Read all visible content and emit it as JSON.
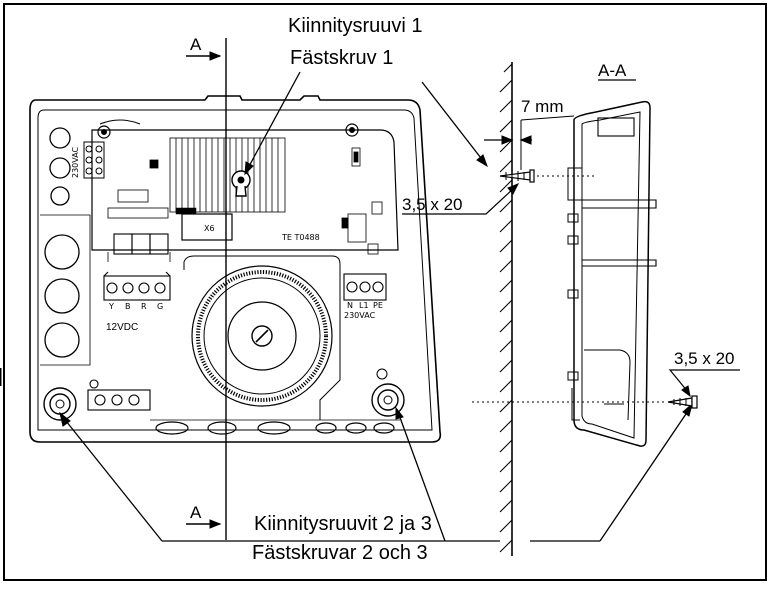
{
  "labels": {
    "screw1_fi": "Kiinnitysruuvi 1",
    "screw1_sv": "Fästskruv 1",
    "screws23_fi": "Kiinnitysruuvit 2 ja 3",
    "screws23_sv": "Fästskruvar 2 och 3",
    "section_mark": "A",
    "section_view": "A-A",
    "gap": "7 mm",
    "screw_size_upper": "3,5 x 20",
    "screw_size_lower": "3,5 x 20"
  },
  "board": {
    "v230_left": "230VAC",
    "v230_right": "230VAC",
    "v12": "12VDC",
    "x6": "X6",
    "te": "TE T0488",
    "terminal_letters": [
      "Y",
      "B",
      "R",
      "G"
    ],
    "mains_terminals": [
      "N",
      "L1",
      "PE"
    ]
  }
}
